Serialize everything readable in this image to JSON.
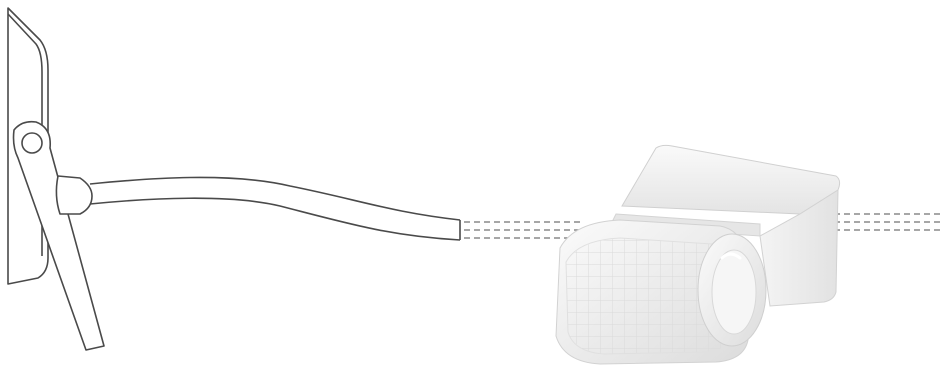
{
  "colors": {
    "background": "#ffffff",
    "outline": "#4a4a4a",
    "dash": "#8a8a8a",
    "sensor_body": "#f2f2f2",
    "sensor_shadow": "#d6d6d6",
    "sensor_highlight": "#fafafa"
  },
  "components": {
    "floodlight": "floodlight-outline",
    "cable": "cable-outline",
    "sensor": "motion-sensor"
  }
}
